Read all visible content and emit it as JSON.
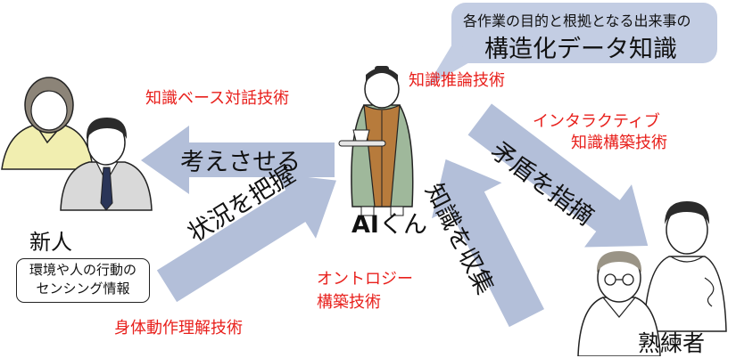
{
  "speech_bubble": {
    "line1": "各作業の目的と根拠となる出来事の",
    "line2": "構造化データ知識"
  },
  "tech_labels": {
    "knowledge_reasoning": "知識推論技術",
    "knowledge_dialogue": "知識ベース対話技術",
    "interactive_line1": "インタラクティブ",
    "interactive_line2": "知識構築技術",
    "ontology_line1": "オントロジー",
    "ontology_line2": "構築技術",
    "body_motion": "身体動作理解技術"
  },
  "arrows": {
    "make_think": "考えさせる",
    "grasp_situation": "状況を把握",
    "collect_knowledge": "知識を収集",
    "point_contradiction": "矛盾を指摘"
  },
  "actors": {
    "ai_prefix": "AI",
    "ai_suffix": "くん",
    "newcomer": "新人",
    "expert": "熟練者"
  },
  "sensing_box": {
    "line1": "環境や人の行動の",
    "line2": "センシング情報"
  },
  "colors": {
    "arrow_fill": "#b3bfd9",
    "bubble_fill": "#c3cde3",
    "label_red": "#e8201c",
    "woman_top": "#f1eeb0",
    "suit": "#d9d9d9",
    "robe": "#9fb89b",
    "vest": "#b77b3c"
  }
}
